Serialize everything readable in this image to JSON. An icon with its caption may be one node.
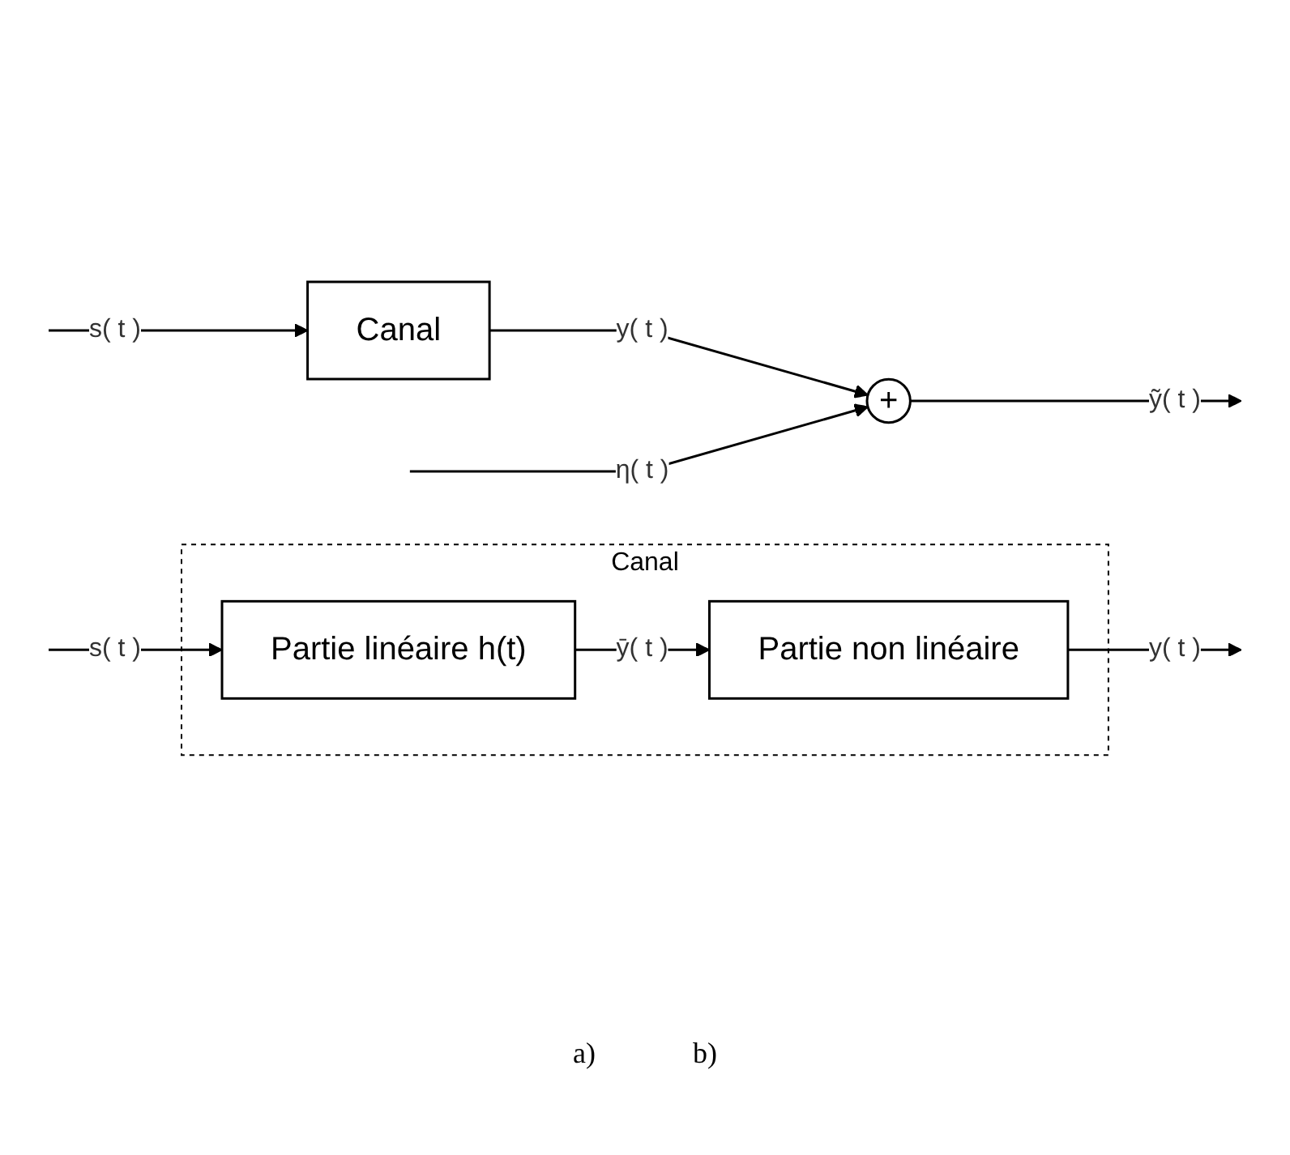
{
  "diagram": {
    "nodes": [
      {
        "text": [
          "Canal"
        ]
      },
      {
        "text": [
          "+"
        ]
      },
      {
        "text": [
          "Canal"
        ]
      },
      {
        "text": [
          "Partie linéaire h(t)"
        ],
        "in": 2
      },
      {
        "text": [
          "Partie non linéaire"
        ],
        "in": 2
      }
    ],
    "edges": [
      {
        "from": null,
        "to": 0,
        "arrow": "to",
        "label": "s( t )"
      },
      {
        "from": 0,
        "to": 1,
        "arrow": "to",
        "label": "y( t )"
      },
      {
        "from": null,
        "to": 1,
        "arrow": "to",
        "label": "η( t )"
      },
      {
        "from": 1,
        "to": null,
        "arrow": "to",
        "label": "ỹ( t )"
      },
      {
        "from": null,
        "to": 3,
        "arrow": "to",
        "label": "s( t )"
      },
      {
        "from": 3,
        "to": 4,
        "arrow": "to",
        "label": "ȳ( t )"
      },
      {
        "from": 4,
        "to": null,
        "arrow": "to",
        "label": "y( t )"
      }
    ],
    "labels": [
      "a)",
      "b)"
    ]
  }
}
